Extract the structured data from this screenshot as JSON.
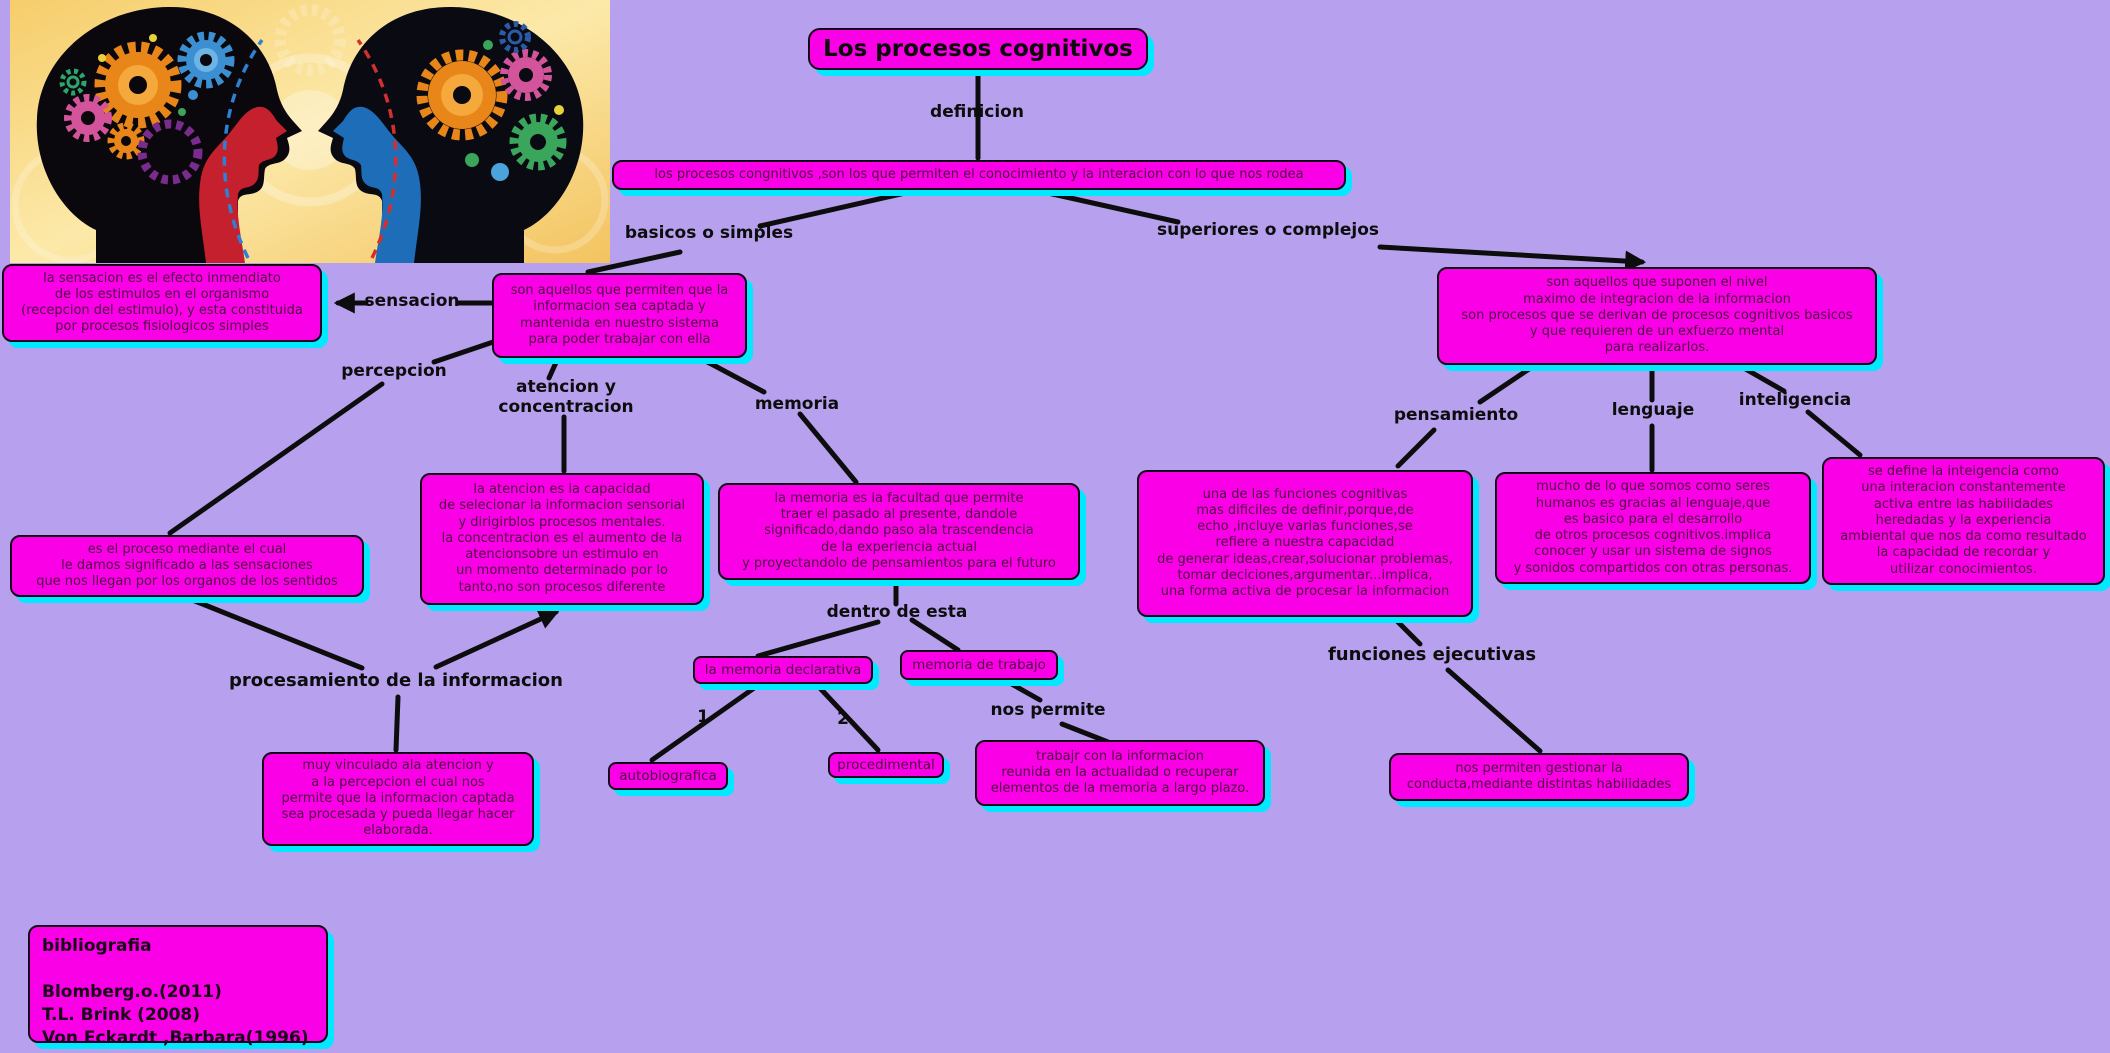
{
  "style": {
    "background": "#b7a1ef",
    "node_fill": "#fa00e6",
    "node_shadow": "#00e9ff",
    "node_border": "#16031a",
    "node_text": "#4e0c42",
    "connector": "#0d0d0d"
  },
  "nodes": {
    "title": "Los procesos cognitivos",
    "definicion_label": "definicion",
    "definition_box": "los procesos congnitivos ,son  los que permiten el conocimiento y la interacion con lo que nos rodea",
    "basicos_label": "basicos o simples",
    "superiores_label": "superiores o complejos",
    "sensacion_label": "sensacion",
    "sensacion_box": "la sensacion es el efecto inmendiato\nde los estimulos en el organismo\n(recepcion del estimulo), y esta constituida\npor procesos fisiologicos simples",
    "basicos_box": "son aquellos que permiten que la\ninformacion sea captada y\nmantenida en nuestro sistema\npara poder trabajar con ella",
    "superiores_box": "son aquellos que suponen el nivel\nmaximo de integracion de la informacion\nson procesos que se derivan de procesos cognitivos basicos\ny que requieren de un exfuerzo mental\npara realizarlos.",
    "percepcion_label": "percepcion",
    "atencion_label": "atencion y\nconcentracion",
    "memoria_label": "memoria",
    "atencion_box": "la atencion es la capacidad\nde selecionar la informacion sensorial\ny dirigirblos procesos mentales.\nla concentracion es el aumento de la\natencionsobre un estimulo en\nun momento determinado por lo\ntanto,no son procesos diferente",
    "memoria_box": "la memoria es la facultad que permite\ntraer el pasado al presente, dandole\nsignificado,dando paso ala trascendencia\nde la experiencia actual\ny proyectandolo de pensamientos para el futuro",
    "percepcion_box": "es el proceso mediante el cual\nle damos significado a las sensaciones\nque nos llegan por los organos de los sentidos",
    "pensamiento_label": "pensamiento",
    "lenguaje_label": "lenguaje",
    "inteligencia_label": "inteligencia",
    "pensamiento_box": "una de las funciones cognitivas\nmas dificiles de definir,porque,de\necho ,incluye varias funciones,se\nrefiere a nuestra capacidad\nde generar ideas,crear,solucionar problemas,\ntomar deciciones,argumentar...implica,\nuna forma activa de procesar la informacion",
    "lenguaje_box": "mucho de lo que somos como seres\nhumanos es gracias al lenguaje,que\nes basico para el desarrollo\nde otros procesos cognitivos.implica\nconocer y usar un sistema de signos\ny sonidos compartidos con otras personas.",
    "inteligencia_box": "se define la inteigencia como\nuna interacion constantemente\nactiva entre las habilidades\nheredadas y la experiencia\nambiental que nos da como resultado\nla capacidad de recordar y\nutilizar conocimientos.",
    "dentro_label": "dentro de esta",
    "declarativa_box": "la memoria declarativa",
    "trabajo_box": "memoria de trabajo",
    "procesamiento_label": "procesamiento de la informacion",
    "uno_label": "1",
    "dos_label": "2",
    "nos_permite_label": "nos permite",
    "autobiografica_box": "autobiografica",
    "procedimental_box": "procedimental",
    "trabajr_box": "trabajr con la informacion\nreunida en la actualidad o recuperar\nelementos de la memoria a largo plazo.",
    "funciones_label": "funciones ejecutivas",
    "ejecutivas_box": "nos permiten gestionar la\nconducta,mediante distintas habilidades",
    "vinculado_box": "muy vinculado ala atencion  y\na la percepcion el cual nos\npermite que la informacion captada\nsea procesada y pueda llegar hacer\nelaborada.",
    "bibliografia_box": "bibliografia\n\nBlomberg.o.(2011)\nT.L. Brink (2008)\nVon Eckardt ,Barbara(1996)"
  }
}
